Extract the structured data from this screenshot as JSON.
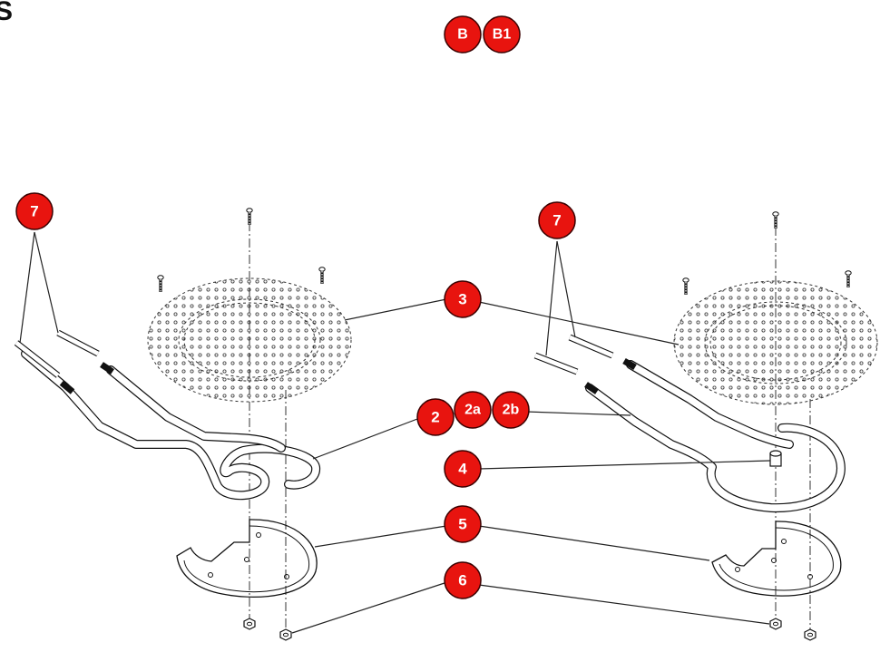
{
  "page_heading": "S",
  "callouts": {
    "b": "B",
    "b1": "B1",
    "p7_left": "7",
    "p7_right": "7",
    "p3": "3",
    "p2": "2",
    "p2a": "2a",
    "p2b": "2b",
    "p4": "4",
    "p5": "5",
    "p6": "6"
  },
  "colors": {
    "callout_fill": "#e8140f",
    "line": "#111111",
    "background": "#ffffff"
  },
  "icons": [
    "screw-icon",
    "nut-icon"
  ]
}
